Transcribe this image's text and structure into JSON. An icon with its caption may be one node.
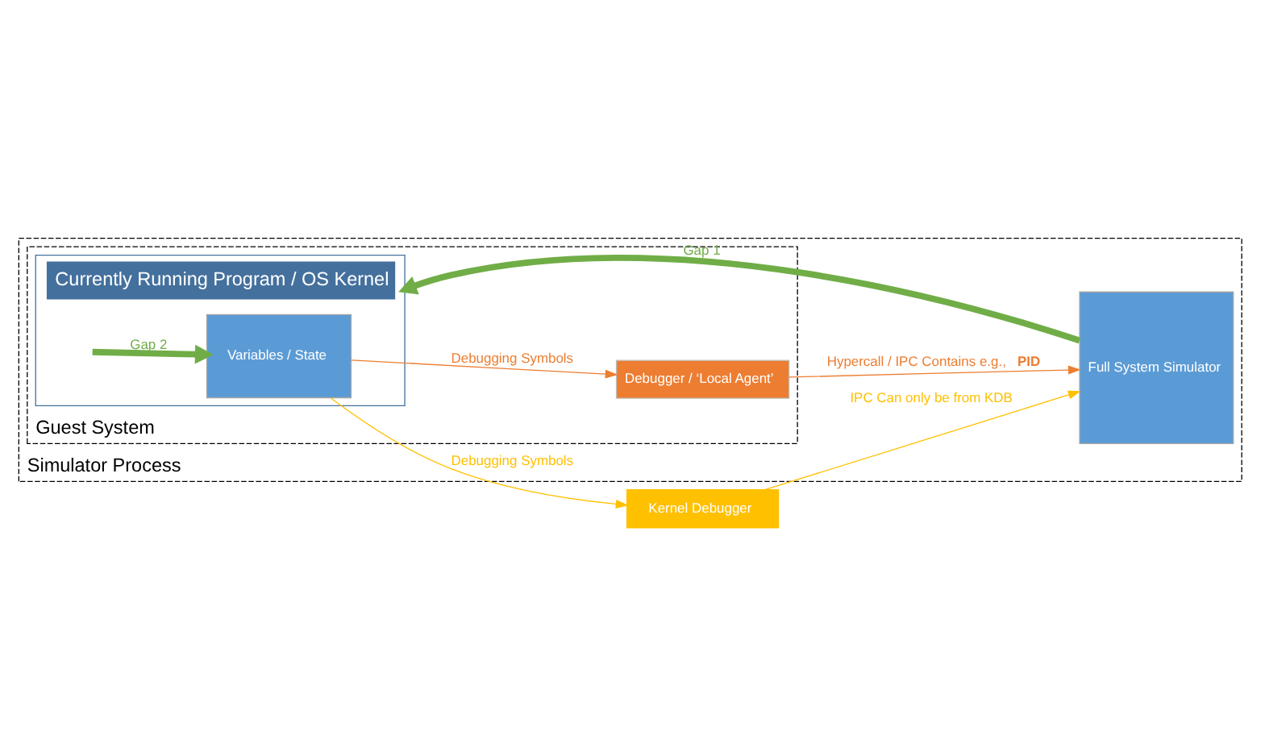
{
  "diagram": {
    "nodes": [
      {
        "text": [
          "Simulator Process"
        ]
      },
      {
        "text": [
          "Full System Simulator"
        ],
        "in": 0
      },
      {
        "text": [
          "Guest System"
        ],
        "in": 0
      },
      {
        "text": [
          "Currently Running Program / OS Kernel"
        ],
        "in": 2
      },
      {
        "text": [
          "Variables / State"
        ],
        "in": 3
      },
      {
        "text": [
          "Debugger / ‘Local Agent’"
        ],
        "in": 2
      },
      {
        "text": [
          "Kernel Debugger"
        ]
      }
    ],
    "edges": [
      {
        "from": 6,
        "to": 1,
        "arrow": "to",
        "label": "IPC Can only be from KDB",
        "color": "#ffc000"
      },
      {
        "from": 1,
        "to": 3,
        "arrow": "to",
        "label": "Gap 1",
        "style": "thick",
        "color": "#70ad47"
      },
      {
        "from": null,
        "to": 4,
        "arrow": "to",
        "label": "Gap 2",
        "style": "thick",
        "color": "#70ad47"
      },
      {
        "from": 4,
        "to": 6,
        "arrow": "to",
        "label": "Debugging Symbols",
        "color": "#ffc000"
      },
      {
        "from": 4,
        "to": 5,
        "arrow": "to",
        "label": "Debugging Symbols",
        "color": "#ed7d31"
      },
      {
        "from": 5,
        "to": 1,
        "arrow": "to",
        "label": "Hypercall / IPC Contains e.g., **PID**",
        "color": "#ed7d31"
      }
    ]
  }
}
